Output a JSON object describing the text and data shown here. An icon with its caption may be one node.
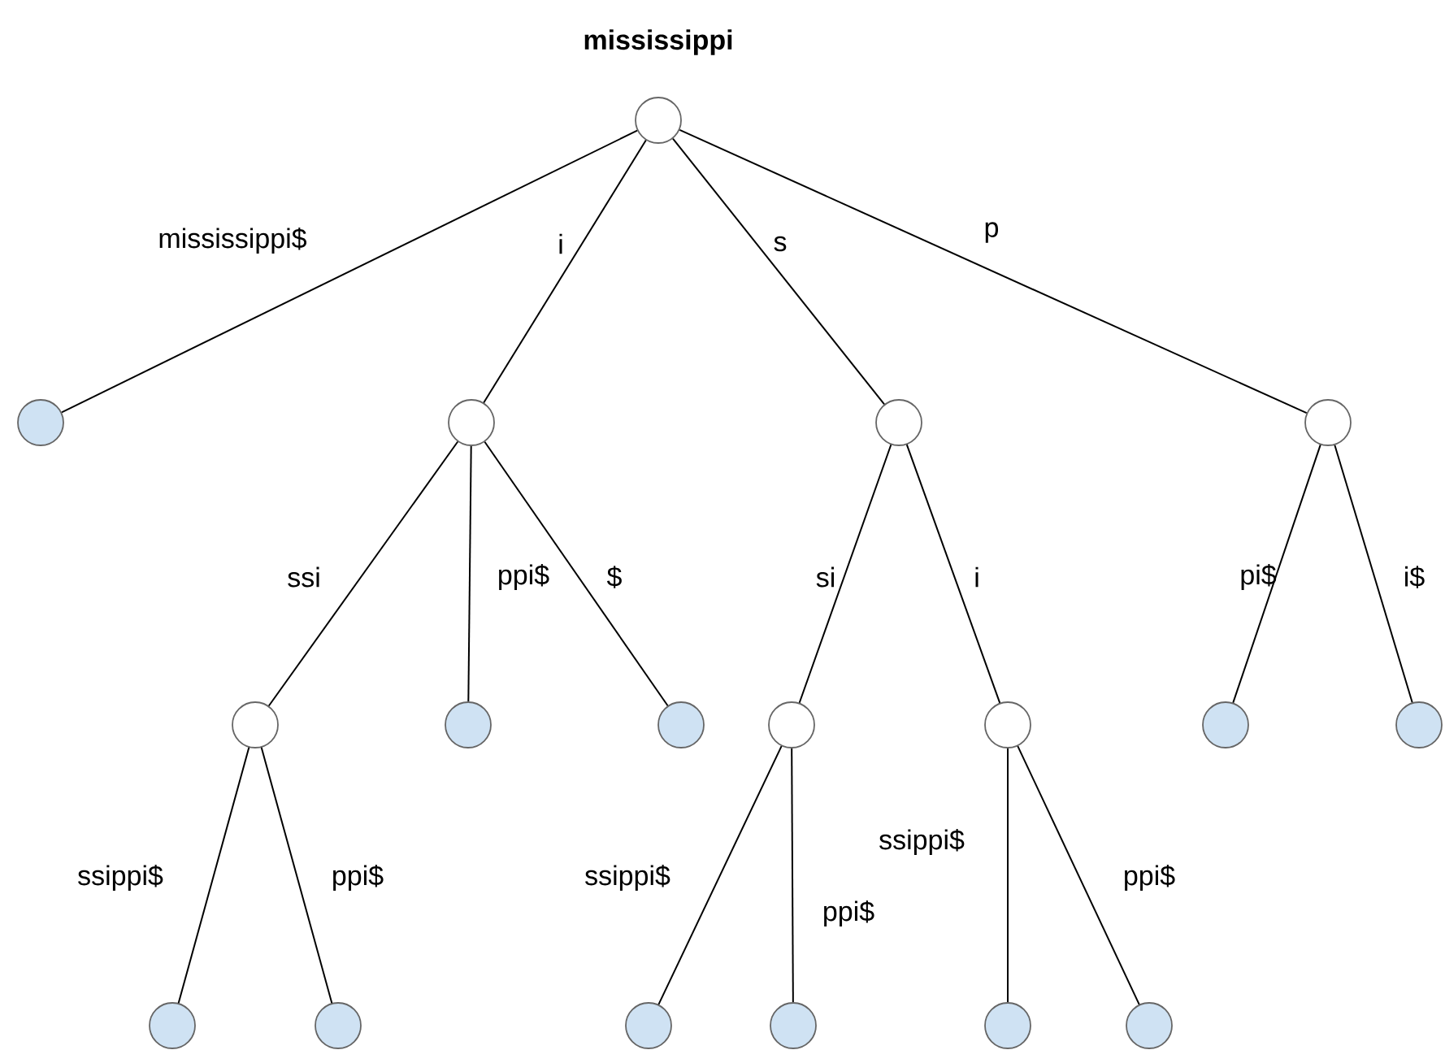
{
  "diagram": {
    "title": "mississippi",
    "nodes": [
      {
        "text": [],
        "shape": "circle"
      },
      {
        "text": [],
        "shape": "circle"
      },
      {
        "text": [],
        "shape": "circle"
      },
      {
        "text": [],
        "shape": "circle"
      },
      {
        "text": [],
        "shape": "circle"
      },
      {
        "text": [],
        "shape": "circle"
      },
      {
        "text": [],
        "shape": "circle"
      },
      {
        "text": [],
        "shape": "circle"
      },
      {
        "text": [],
        "shape": "circle"
      },
      {
        "text": [],
        "shape": "circle"
      },
      {
        "text": [],
        "shape": "circle"
      },
      {
        "text": [],
        "shape": "circle"
      },
      {
        "text": [],
        "shape": "circle"
      },
      {
        "text": [],
        "shape": "circle"
      },
      {
        "text": [],
        "shape": "circle"
      },
      {
        "text": [],
        "shape": "circle"
      },
      {
        "text": [],
        "shape": "circle"
      },
      {
        "text": [],
        "shape": "circle"
      }
    ],
    "edges": [
      {
        "from": 0,
        "to": 1,
        "arrow": "none",
        "label": "mississippi$"
      },
      {
        "from": 0,
        "to": 2,
        "arrow": "none",
        "label": "i"
      },
      {
        "from": 0,
        "to": 3,
        "arrow": "none",
        "label": "s"
      },
      {
        "from": 0,
        "to": 4,
        "arrow": "none",
        "label": "p"
      },
      {
        "from": 2,
        "to": 5,
        "arrow": "none",
        "label": "ssi"
      },
      {
        "from": 2,
        "to": 6,
        "arrow": "none",
        "label": "ppi$"
      },
      {
        "from": 2,
        "to": 7,
        "arrow": "none",
        "label": "$"
      },
      {
        "from": 3,
        "to": 8,
        "arrow": "none",
        "label": "si"
      },
      {
        "from": 3,
        "to": 9,
        "arrow": "none",
        "label": "i"
      },
      {
        "from": 4,
        "to": 10,
        "arrow": "none",
        "label": "pi$"
      },
      {
        "from": 4,
        "to": 11,
        "arrow": "none",
        "label": "i$"
      },
      {
        "from": 5,
        "to": 12,
        "arrow": "none",
        "label": "ssippi$"
      },
      {
        "from": 5,
        "to": 13,
        "arrow": "none",
        "label": "ppi$"
      },
      {
        "from": 8,
        "to": 14,
        "arrow": "none",
        "label": "ssippi$"
      },
      {
        "from": 8,
        "to": 15,
        "arrow": "none",
        "label": "ppi$"
      },
      {
        "from": 9,
        "to": 16,
        "arrow": "none",
        "label": "ssippi$"
      },
      {
        "from": 9,
        "to": 17,
        "arrow": "none",
        "label": "ppi$"
      }
    ]
  }
}
